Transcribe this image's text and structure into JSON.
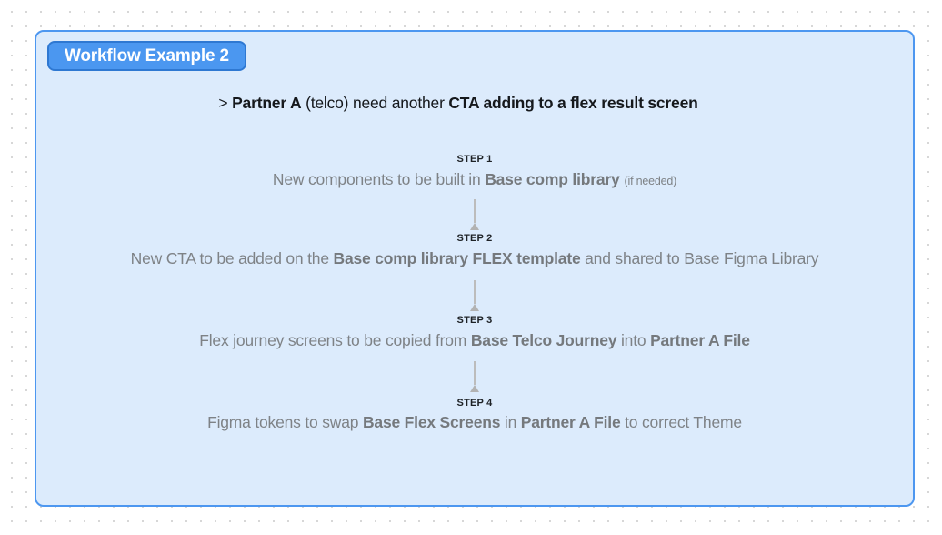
{
  "badge": {
    "label": "Workflow Example 2"
  },
  "heading": {
    "seg0": "> ",
    "seg1": "Partner A",
    "seg2": " (telco) need another ",
    "seg3": "CTA adding to a flex result screen"
  },
  "steps": {
    "step1": {
      "label": "STEP 1",
      "seg0": "New components to be built in ",
      "seg1": "Base comp library",
      "seg2": "(if needed)"
    },
    "step2": {
      "label": "STEP 2",
      "seg0": "New CTA to be added on the ",
      "seg1": "Base comp library FLEX template",
      "seg2": " and shared to Base Figma Library"
    },
    "step3": {
      "label": "STEP 3",
      "seg0": "Flex journey screens to be copied from ",
      "seg1": "Base Telco Journey",
      "seg2": " into ",
      "seg3": "Partner A File"
    },
    "step4": {
      "label": "STEP 4",
      "seg0": "Figma tokens to swap ",
      "seg1": "Base Flex Screens",
      "seg2": " in ",
      "seg3": "Partner A File",
      "seg4": " to correct Theme"
    }
  },
  "colors": {
    "panel_fill": "#dcebfc",
    "panel_border": "#4d97f0",
    "badge_fill": "#4b97f0",
    "badge_border": "#2e78d2",
    "badge_text": "#ffffff",
    "heading_text": "#15181c",
    "step_label_text": "#1e2226",
    "body_text": "#7e8286",
    "arrow": "#b5b5b5",
    "dot_grid": "#d7d7d7"
  }
}
